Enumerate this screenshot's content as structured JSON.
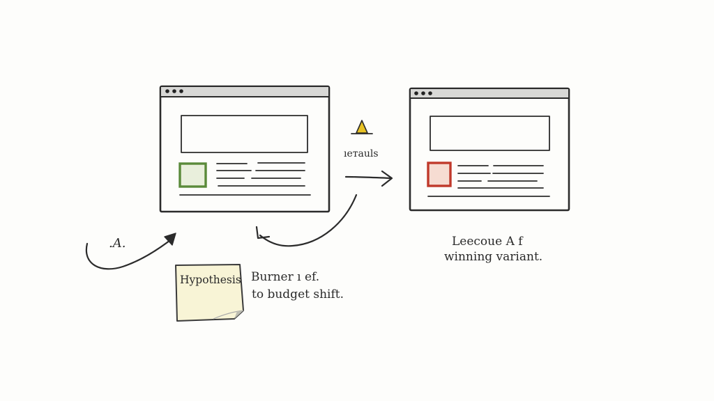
{
  "diagram": {
    "variant_a": {
      "label": ".A.",
      "accent_color": "#5a8a3a"
    },
    "variant_b": {
      "accent_color": "#c0392b"
    },
    "results_label": "ıeтauls",
    "warning_icon": "warning-triangle-icon",
    "warning_color": "#e8c224",
    "note": {
      "title": "Hypothesis",
      "text_line1": "Burner ı ef.",
      "text_line2": "to budget shift."
    },
    "conclusion": {
      "line1": "Leecoue A f",
      "line2": "winning variant."
    }
  }
}
